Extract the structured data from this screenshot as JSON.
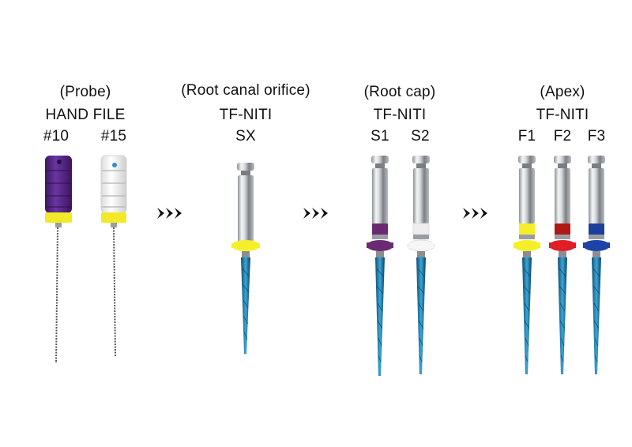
{
  "groups": [
    {
      "stage": "(Probe)",
      "name": "HAND FILE",
      "files": [
        {
          "label": "#10",
          "handle_color": "#5b2a8c",
          "ring_color": "#f2ea28"
        },
        {
          "label": "#15",
          "handle_color": "#f4f4f4",
          "ring_color": "#f2ea28"
        }
      ]
    },
    {
      "stage": "(Root canal orifice)",
      "name": "TF-NITI",
      "files": [
        {
          "label": "SX",
          "ring_color": "#f5ef2a",
          "band_color": "#f5ef2a"
        }
      ]
    },
    {
      "stage": "(Root cap)",
      "name": "TF-NITI",
      "files": [
        {
          "label": "S1",
          "ring_color": "#6a2a72",
          "band_color": "#6a2a72"
        },
        {
          "label": "S2",
          "ring_color": "#f6f6f6",
          "band_color": "#eeeeee"
        }
      ]
    },
    {
      "stage": "(Apex)",
      "name": "TF-NITI",
      "files": [
        {
          "label": "F1",
          "ring_color": "#f5ef2a",
          "band_color": "#f5ef2a"
        },
        {
          "label": "F2",
          "ring_color": "#e01e25",
          "band_color": "#b01818"
        },
        {
          "label": "F3",
          "ring_color": "#1d43a8",
          "band_color": "#1d3f9a"
        }
      ]
    }
  ],
  "colors": {
    "arrow": "#111111",
    "blade": "#1e7fb0",
    "shaft": "#c9ccd0"
  },
  "icons": [
    "chevron-arrows-icon"
  ]
}
